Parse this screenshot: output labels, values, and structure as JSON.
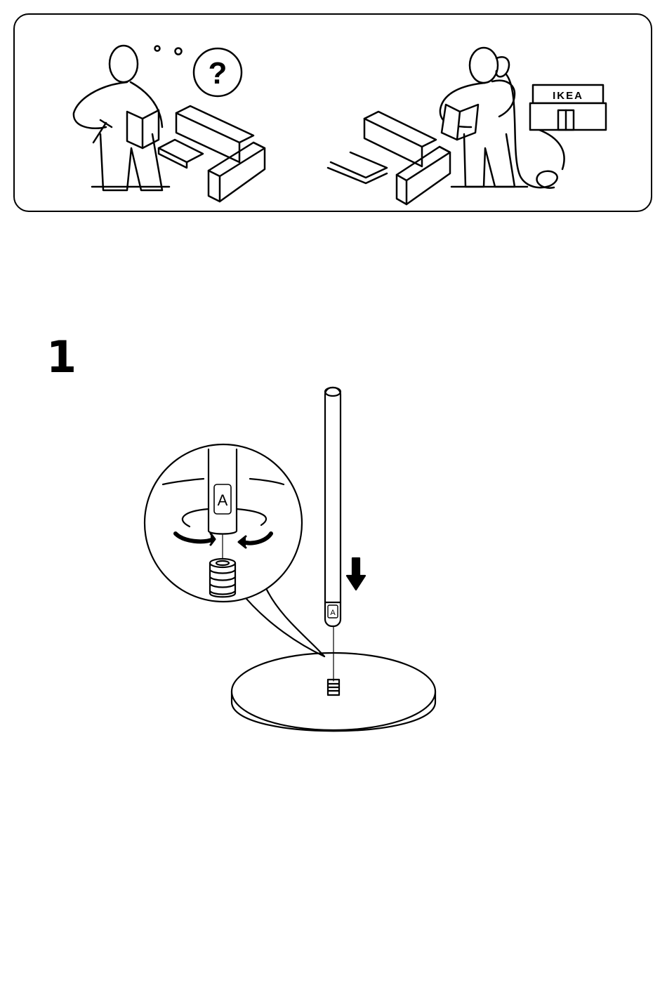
{
  "help_panel": {
    "left_icon": "question-mark-icon",
    "question_mark": "?",
    "store_sign": "IKEA"
  },
  "step": {
    "number": "1",
    "part_label": "A",
    "direction_icon": "arrow-down-icon",
    "rotation_icon": "rotate-clockwise-icon"
  }
}
